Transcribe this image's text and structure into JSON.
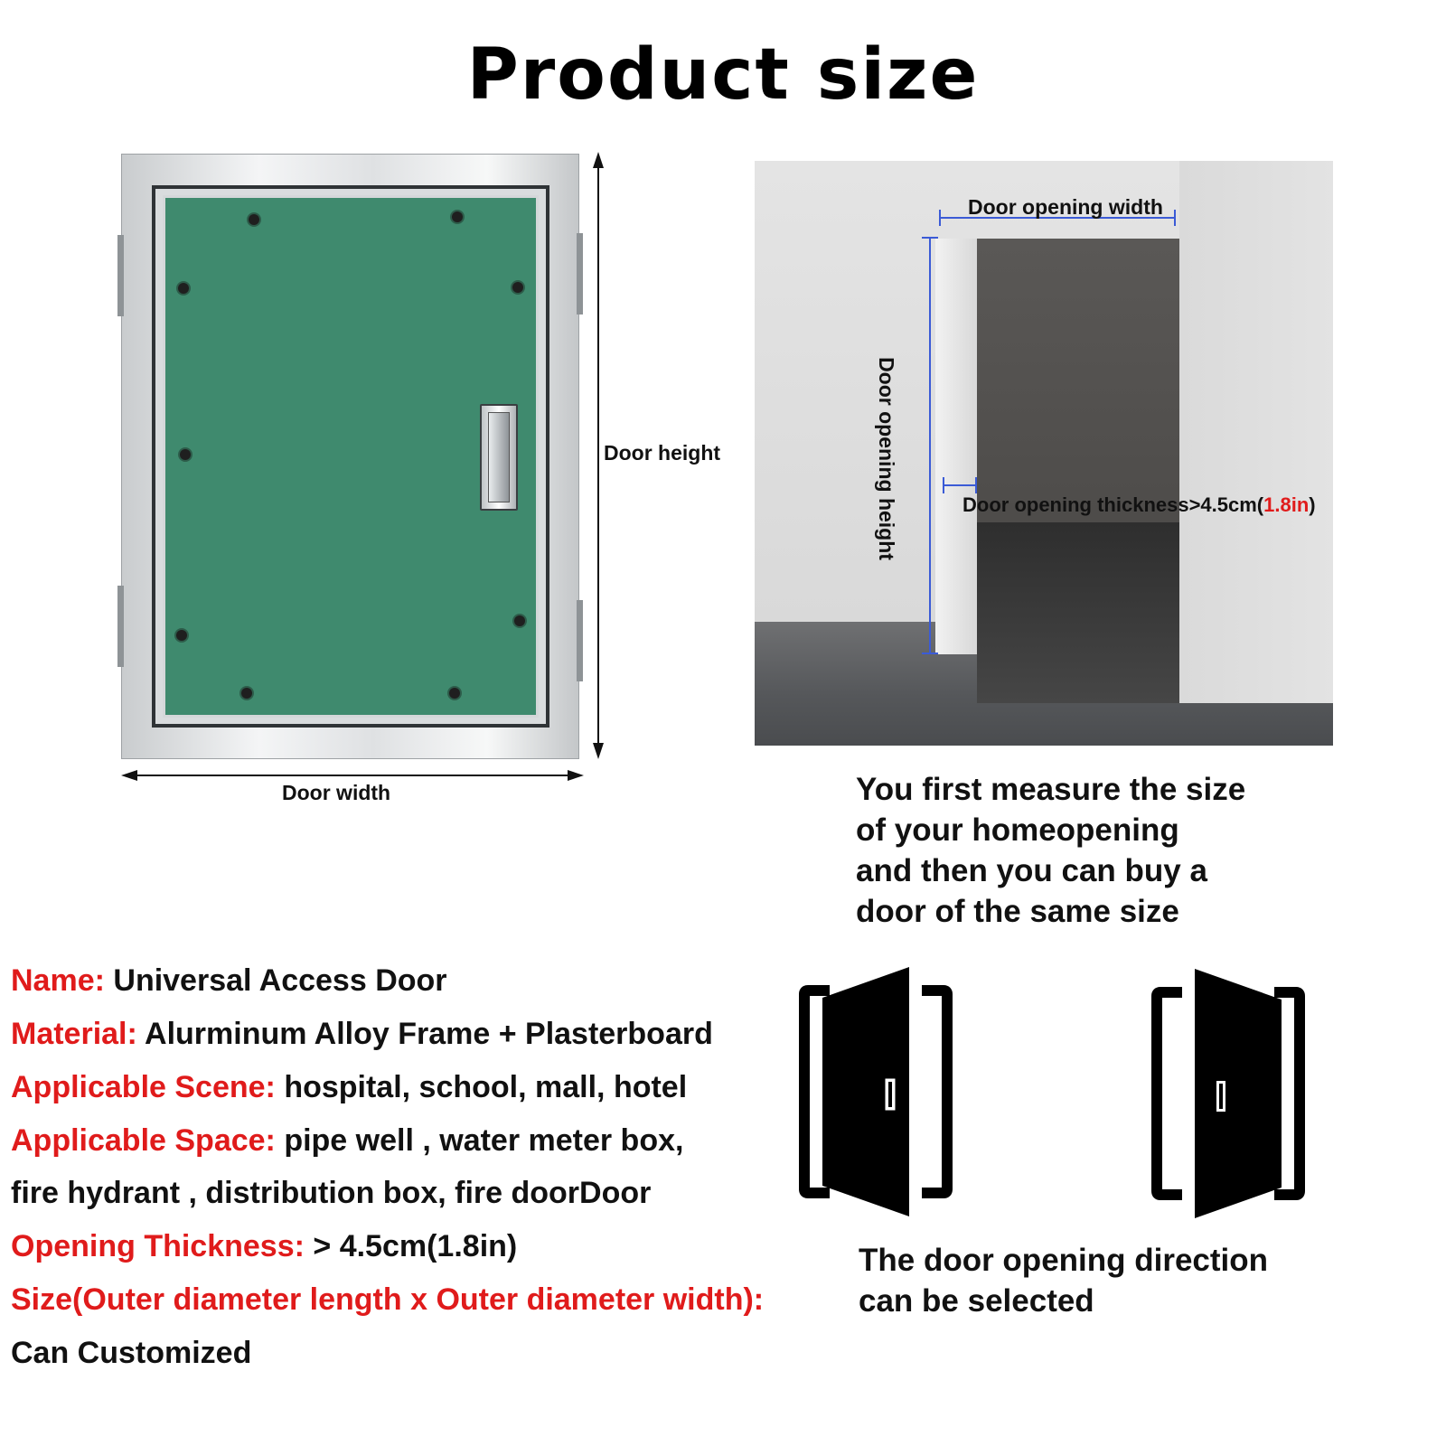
{
  "title": "Product size",
  "door_diagram": {
    "height_label": "Door height",
    "width_label": "Door width"
  },
  "room_diagram": {
    "opening_width_label": "Door opening width",
    "opening_height_label": "Door opening height",
    "thickness_label_prefix": "Door opening thickness>4.5cm(",
    "thickness_label_highlight": "1.8in",
    "thickness_label_suffix": ")"
  },
  "measure_note": [
    "You first measure the size",
    "of your homeopening",
    "and then you can buy a",
    "door of the same size"
  ],
  "specs": {
    "name_key": "Name:",
    "name_value": " Universal Access Door",
    "material_key": "Material:",
    "material_value": " Alurminum Alloy Frame + Plasterboard",
    "scene_key": "Applicable Scene:",
    "scene_value": " hospital, school, mall, hotel",
    "space_key": "Applicable Space:",
    "space_value": " pipe well , water meter box,",
    "space_value_cont": "fire hydrant , distribution box, fire doorDoor",
    "thickness_key": "Opening Thickness:",
    "thickness_value": " > 4.5cm(1.8in)",
    "size_key": "Size(Outer diameter length x Outer diameter width):",
    "size_value": "Can Customized"
  },
  "direction_note": [
    "The door opening direction",
    "can be selected"
  ],
  "colors": {
    "accent_red": "#e01b1b",
    "panel_green": "#3f8a6e",
    "measure_blue": "#3b5bd6"
  },
  "icons": [
    "left-hinged-open-door-icon",
    "right-hinged-open-door-icon"
  ]
}
